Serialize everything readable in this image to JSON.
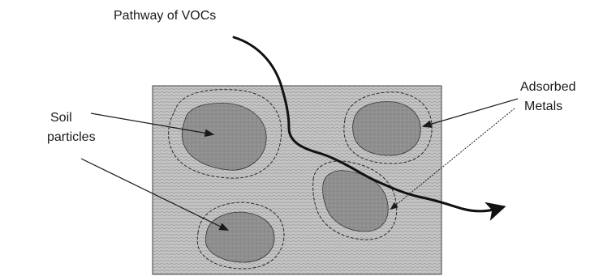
{
  "labels": {
    "pathway": "Pathway of  VOCs",
    "soil_line1": "Soil",
    "soil_line2": "particles",
    "adsorbed_line1": "Adsorbed",
    "adsorbed_line2": "Metals"
  },
  "colors": {
    "background": "#ffffff",
    "soil_matrix": "#bdbdbd",
    "particle": "#8e8e8e",
    "outline": "#2a2a2a",
    "pathway_line": "#111111",
    "text": "#1a1a1a"
  }
}
